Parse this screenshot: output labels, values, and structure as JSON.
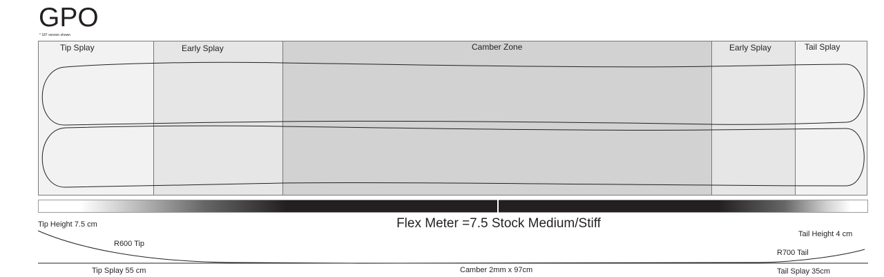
{
  "title": "GPO",
  "version_note": "* 187 version shown",
  "zones": [
    {
      "name": "tip-splay",
      "label": "Tip Splay"
    },
    {
      "name": "early-splay-tip",
      "label": "Early Splay"
    },
    {
      "name": "camber-zone",
      "label": "Camber Zone"
    },
    {
      "name": "early-splay-tail",
      "label": "Early Splay"
    },
    {
      "name": "tail-splay",
      "label": "Tail Splay"
    }
  ],
  "zone_colors": {
    "splay": "#f2f2f2",
    "early_splay": "#e6e6e6",
    "camber": "#d2d2d2"
  },
  "flex": {
    "label": "Flex Meter =7.5 Stock Medium/Stiff",
    "value": 7.5
  },
  "profile": {
    "tip_height": "Tip Height 7.5 cm",
    "tip_radius": "R600 Tip",
    "tail_height": "Tail Height 4 cm",
    "tail_radius": "R700 Tail",
    "tip_splay": "Tip Splay 55 cm",
    "camber": "Camber 2mm x 97cm",
    "tail_splay": "Tail Splay 35cm"
  }
}
